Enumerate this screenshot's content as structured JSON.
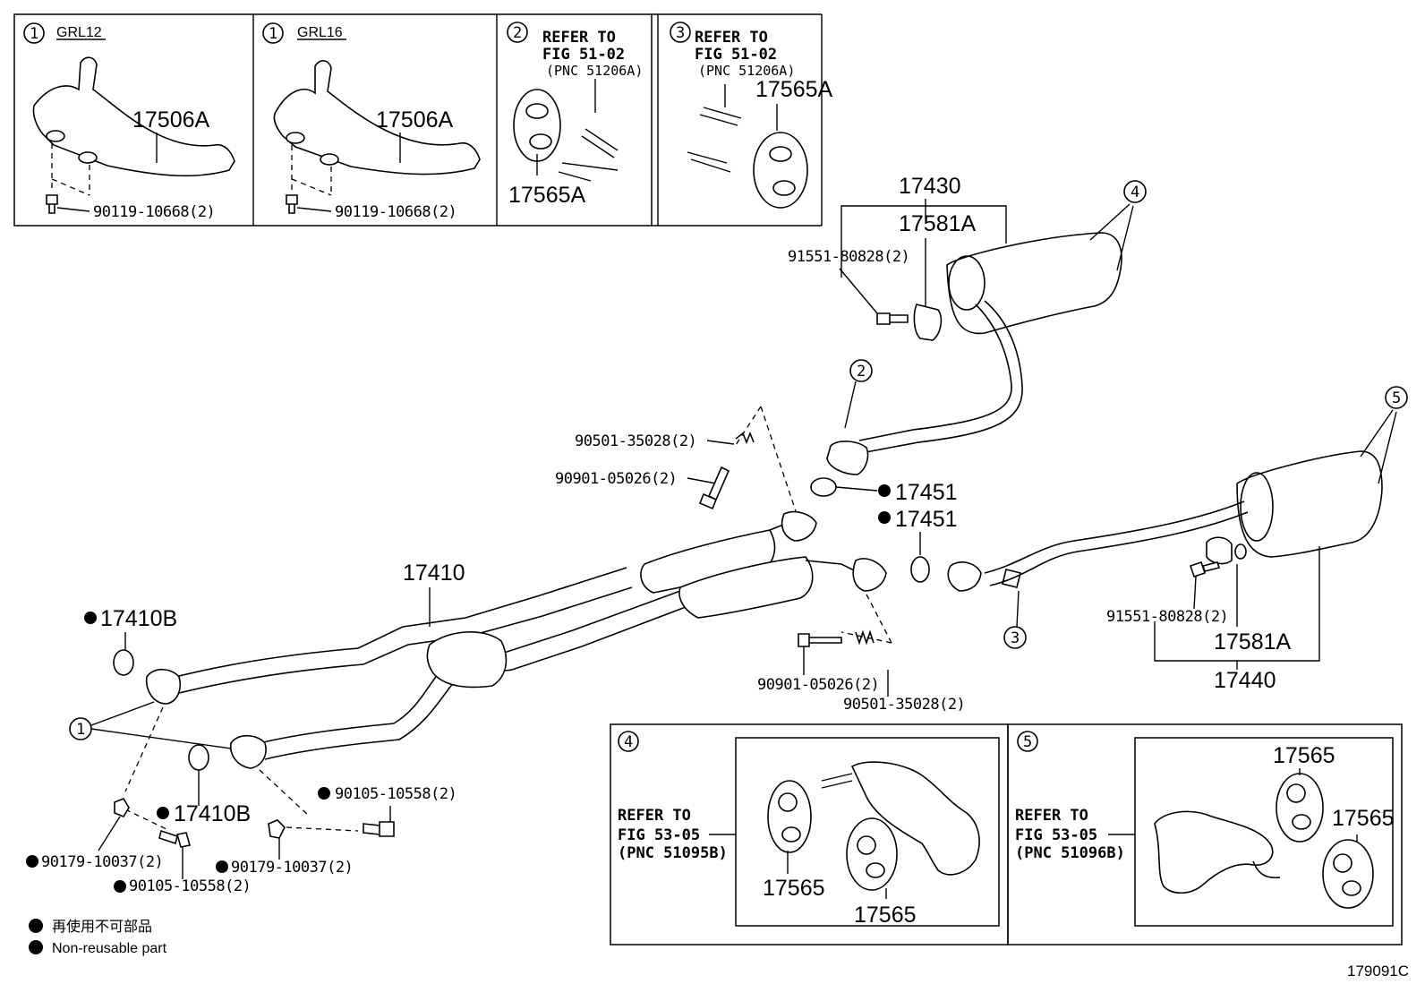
{
  "callouts": {
    "c1": "1",
    "c2": "2",
    "c3": "3",
    "c4": "4",
    "c5": "5"
  },
  "insets": {
    "grl12": "GRL12",
    "grl16": "GRL16",
    "inset1_part": "17506A",
    "inset1_bolt": "90119-10668(2)",
    "inset2_part": "17506A",
    "inset2_bolt": "90119-10668(2)",
    "inset3_refer": "REFER TO",
    "inset3_fig": "FIG 51-02",
    "inset3_pnc": "(PNC 51206A)",
    "inset3_part": "17565A",
    "inset4_refer": "REFER TO",
    "inset4_fig": "FIG 51-02",
    "inset4_pnc": "(PNC 51206A)",
    "inset4_part": "17565A"
  },
  "parts": {
    "p17430": "17430",
    "p17581A_top": "17581A",
    "p91551_top": "91551-80828(2)",
    "p90501_top": "90501-35028(2)",
    "p90901_top": "90901-05026(2)",
    "p17451_a": "17451",
    "p17451_b": "17451",
    "p17410": "17410",
    "p17410B_top": "17410B",
    "p17410B_bot": "17410B",
    "p90901_bot": "90901-05026(2)",
    "p90501_bot": "90501-35028(2)",
    "p91551_right": "91551-80828(2)",
    "p17581A_right": "17581A",
    "p17440": "17440",
    "p90105_right": "90105-10558(2)",
    "p90105_left": "90105-10558(2)",
    "p90179_left": "90179-10037(2)",
    "p90179_right": "90179-10037(2)"
  },
  "boxes": {
    "b4_refer": "REFER TO",
    "b4_fig": "FIG 53-05",
    "b4_pnc": "(PNC 51095B)",
    "b4_part_a": "17565",
    "b4_part_b": "17565",
    "b5_refer": "REFER TO",
    "b5_fig": "FIG 53-05",
    "b5_pnc": "(PNC 51096B)",
    "b5_part_a": "17565",
    "b5_part_b": "17565"
  },
  "legend": {
    "jp": "再使用不可部品",
    "en": "Non-reusable part"
  },
  "figure_id": "179091C"
}
